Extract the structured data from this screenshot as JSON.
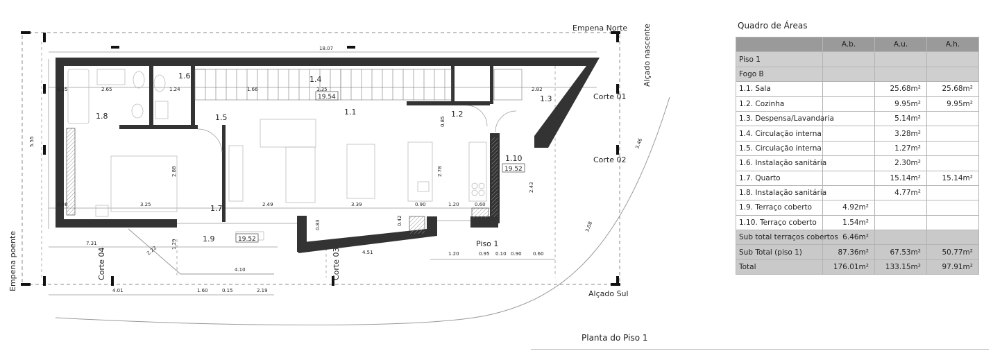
{
  "plan": {
    "north_facade": "Empena Norte",
    "east_elevation": "Alçado nascente",
    "west_facade": "Empena poente",
    "south_elevation": "Alçado Sul",
    "section_01": "Corte 01",
    "section_02": "Corte 02",
    "section_03": "Corte 03",
    "section_04": "Corte 04",
    "floor_label": "Piso 1",
    "caption": "Planta do Piso 1",
    "level_a": "19.54",
    "level_b": "19.52",
    "level_c": "19.52",
    "rooms": {
      "r11": "1.1",
      "r12": "1.2",
      "r13": "1.3",
      "r14": "1.4",
      "r15": "1.5",
      "r16": "1.6",
      "r17": "1.7",
      "r18": "1.8",
      "r19": "1.9",
      "r110": "1.10"
    },
    "dims": {
      "overall_width": "18.07",
      "overall_height": "5.55",
      "d1": "0.35",
      "d2": "2.65",
      "d3": "1.24",
      "d4": "1.66",
      "d5": "1.35",
      "d6": "2.82",
      "d7": "3.39",
      "d8": "0.90",
      "d9": "1.20",
      "d10": "0.60",
      "d11": "3.25",
      "d12": "2.49",
      "d13": "2.88",
      "d14": "2.78",
      "d15": "7.31",
      "d16": "4.10",
      "d17": "4.51",
      "d18": "4.01",
      "d19": "1.60",
      "d20": "0.15",
      "d21": "2.19",
      "d22": "1.20",
      "d23": "0.95",
      "d24": "0.10",
      "d25": "0.90",
      "d26": "0.60",
      "d27": "3.08",
      "d28": "2.43",
      "d29": "1.29",
      "d30": "3.46",
      "d31": "0.36",
      "d32": "0.83",
      "d33": "0.42",
      "d34": "0.85",
      "d35": "2.22"
    }
  },
  "areas_table": {
    "title": "Quadro de Áreas",
    "headers": [
      "",
      "A.b.",
      "A.u.",
      "A.h."
    ],
    "band_rows": [
      {
        "label": "Piso 1"
      },
      {
        "label": "Fogo B"
      }
    ],
    "rows": [
      {
        "name": "1.1. Sala",
        "ab": "",
        "au": "25.68m²",
        "ah": "25.68m²"
      },
      {
        "name": "1.2. Cozinha",
        "ab": "",
        "au": "9.95m²",
        "ah": "9.95m²"
      },
      {
        "name": "1.3. Despensa/Lavandaria",
        "ab": "",
        "au": "5.14m²",
        "ah": ""
      },
      {
        "name": "1.4. Circulação interna",
        "ab": "",
        "au": "3.28m²",
        "ah": ""
      },
      {
        "name": "1.5. Circulação interna",
        "ab": "",
        "au": "1.27m²",
        "ah": ""
      },
      {
        "name": "1.6. Instalação sanitária",
        "ab": "",
        "au": "2.30m²",
        "ah": ""
      },
      {
        "name": "1.7. Quarto",
        "ab": "",
        "au": "15.14m²",
        "ah": "15.14m²"
      },
      {
        "name": "1.8. Instalação sanitária",
        "ab": "",
        "au": "4.77m²",
        "ah": ""
      },
      {
        "name": "1.9. Terraço coberto",
        "ab": "4.92m²",
        "au": "",
        "ah": ""
      },
      {
        "name": "1.10. Terraço coberto",
        "ab": "1.54m²",
        "au": "",
        "ah": ""
      }
    ],
    "subtotal_terraces": {
      "name": "Sub total terraços cobertos",
      "ab": "6.46m²",
      "au": "",
      "ah": ""
    },
    "subtotal_floor": {
      "name": "Sub Total (piso 1)",
      "ab": "87.36m²",
      "au": "67.53m²",
      "ah": "50.77m²"
    },
    "total": {
      "name": "Total",
      "ab": "176.01m²",
      "au": "133.15m²",
      "ah": "97.91m²"
    }
  }
}
